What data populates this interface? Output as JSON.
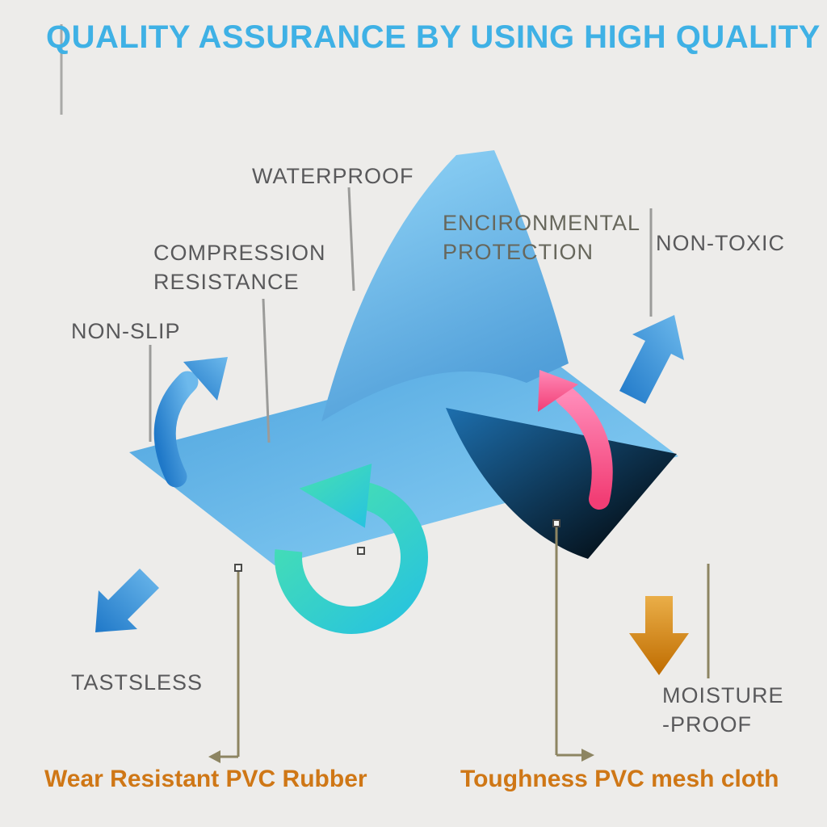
{
  "title": "QUALITY ASSURANCE BY USING HIGH QUALITY",
  "features": {
    "waterproof": "WATERPROOF",
    "environmental": [
      "ENCIRONMENTAL",
      "PROTECTION"
    ],
    "non_toxic": "NON-TOXIC",
    "compression": [
      "COMPRESSION",
      "RESISTANCE"
    ],
    "non_slip": "NON-SLIP",
    "tasteless": "TASTSLESS",
    "moisture_proof": [
      "MOISTURE",
      "-PROOF"
    ]
  },
  "captions": {
    "wear_resistant": "Wear Resistant PVC Rubber",
    "toughness": "Toughness PVC mesh cloth"
  },
  "colors": {
    "title": "#3fb1e5",
    "label": "#59595b",
    "caption_orange": "#cf7716",
    "mat_light_blue": "#58ade2",
    "mat_dark_blue": "#15639f",
    "teal_arrow": "#2fd2c2",
    "pink_arrow": "#f64f86",
    "orange_arrow": "#d88a1a",
    "blue_arrow": "#2e86d2",
    "background": "#edecea"
  }
}
